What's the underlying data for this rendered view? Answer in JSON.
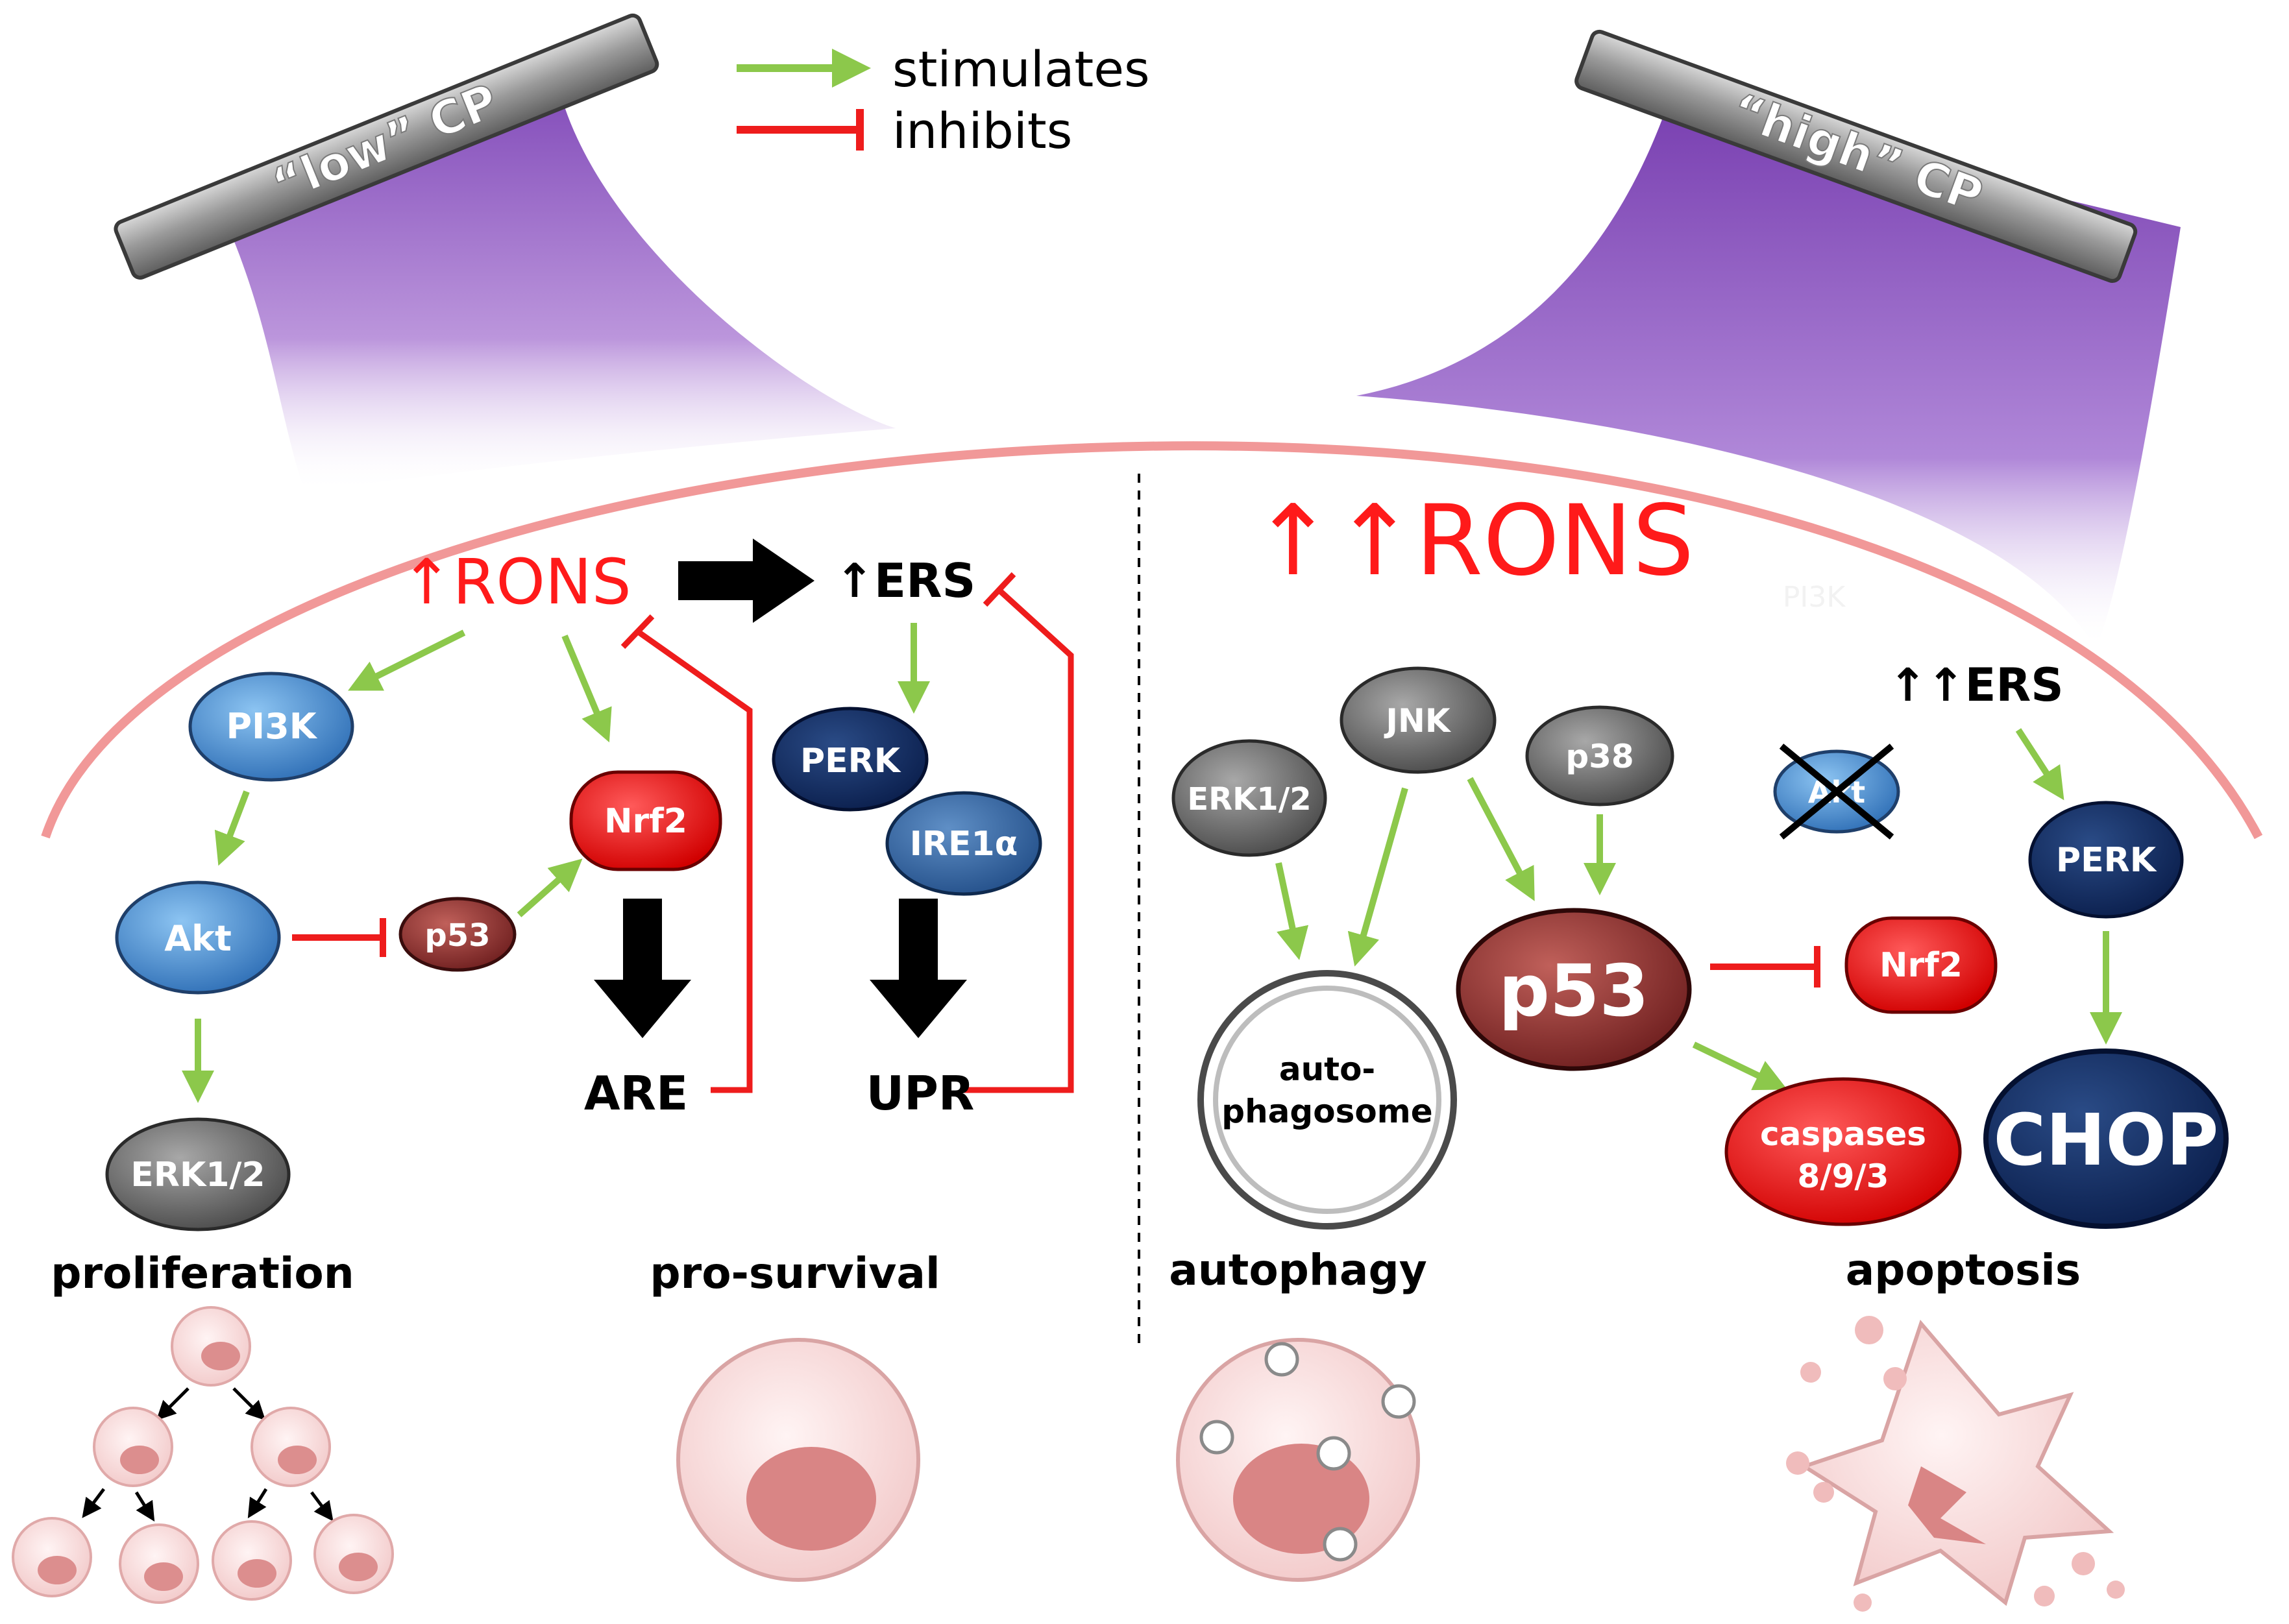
{
  "legend": {
    "stimulates_label": "stimulates",
    "inhibits_label": "inhibits",
    "stimulates_color": "#8cc84b",
    "inhibits_color": "#ee1c1c"
  },
  "light_sources": {
    "low": "“low” CP",
    "high": "“high” CP"
  },
  "left_panel": {
    "rons": "↑RONS",
    "ers": "↑ERS",
    "nodes": {
      "pi3k": "PI3K",
      "akt": "Akt",
      "erk": "ERK1/2",
      "p53": "p53",
      "nrf2": "Nrf2",
      "perk": "PERK",
      "ire1a": "IRE1α"
    },
    "are": "ARE",
    "upr": "UPR",
    "outcomes": {
      "proliferation": "proliferation",
      "pro_survival": "pro-survival"
    }
  },
  "right_panel": {
    "rons": "↑↑RONS",
    "ers": "↑↑ERS",
    "faint_label": "PI3K",
    "nodes": {
      "erk": "ERK1/2",
      "jnk": "JNK",
      "p38": "p38",
      "akt": "Akt",
      "perk": "PERK",
      "p53": "p53",
      "nrf2": "Nrf2",
      "caspases_line1": "caspases",
      "caspases_line2": "8/9/3",
      "chop": "CHOP",
      "auto_line1": "auto-",
      "auto_line2": "phagosome"
    },
    "outcomes": {
      "autophagy": "autophagy",
      "apoptosis": "apoptosis"
    }
  }
}
